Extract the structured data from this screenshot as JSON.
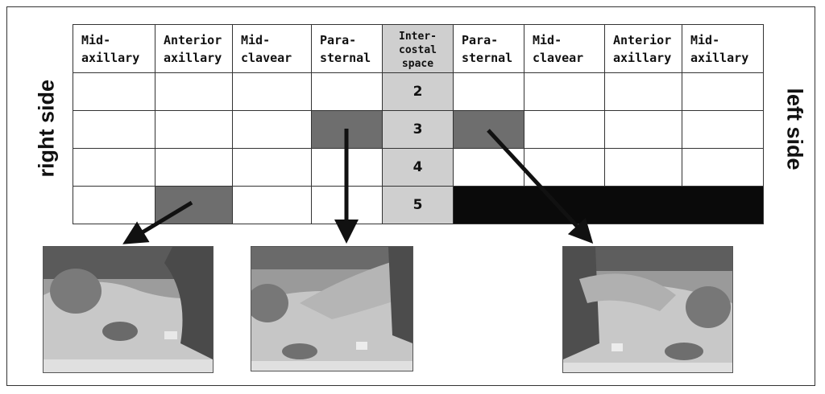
{
  "side_labels": {
    "right": "right side",
    "left": "left side"
  },
  "columns": [
    {
      "line1": "Mid-",
      "line2": "axillary"
    },
    {
      "line1": "Anterior",
      "line2": "axillary"
    },
    {
      "line1": "Mid-",
      "line2": "clavear"
    },
    {
      "line1": "Para-",
      "line2": "sternal"
    },
    {
      "line1": "Inter-",
      "line2": "costal",
      "line3": "space"
    },
    {
      "line1": "Para-",
      "line2": "sternal"
    },
    {
      "line1": "Mid-",
      "line2": "clavear"
    },
    {
      "line1": "Anterior",
      "line2": "axillary"
    },
    {
      "line1": "Mid-",
      "line2": "axillary"
    }
  ],
  "rows": [
    "2",
    "3",
    "4",
    "5"
  ],
  "highlights": {
    "gray": [
      {
        "row": "3",
        "column": "right Para-sternal"
      },
      {
        "row": "3",
        "column": "left Para-sternal"
      },
      {
        "row": "5",
        "column": "right Anterior axillary"
      }
    ],
    "black": [
      {
        "row": "5",
        "columns": "left Para-sternal to left Mid-axillary"
      }
    ]
  },
  "photos": [
    {
      "name": "right-anterior-axillary-probe-photo"
    },
    {
      "name": "right-parasternal-probe-photo"
    },
    {
      "name": "left-parasternal-probe-photo"
    }
  ]
}
